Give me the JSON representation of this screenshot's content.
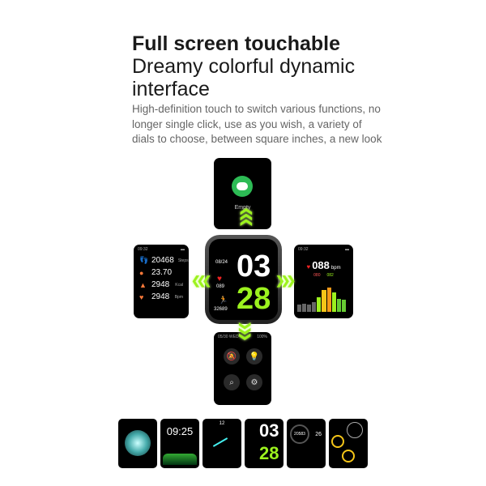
{
  "heading": {
    "title": "Full screen touchable",
    "subtitle": "Dreamy colorful dynamic interface",
    "description": "High-definition touch to switch various functions, no longer single click, use as you wish, a variety of dials to choose, between square inches, a new look"
  },
  "accent": "#9cf21e",
  "top_screen": {
    "icon": "message-bubble-icon",
    "label": "Empty"
  },
  "left_screen": {
    "time": "09:32",
    "rows": [
      {
        "icon": "footprints-icon",
        "value": "20468",
        "unit": "Steps"
      },
      {
        "icon": "location-icon",
        "value": "23.70",
        "unit": ""
      },
      {
        "icon": "flame-icon",
        "value": "2948",
        "unit": "Kcal"
      },
      {
        "icon": "heart-icon",
        "value": "2948",
        "unit": "Bpm"
      }
    ]
  },
  "center_watch": {
    "date": "08/24",
    "heart": "089",
    "steps": "32689",
    "hour": "03",
    "minute": "28"
  },
  "right_screen": {
    "time": "09:32",
    "bpm": "088",
    "bpm_unit": "bpm",
    "min": "080",
    "max": "082"
  },
  "bottom_screen": {
    "status": "05/30 WED",
    "battery": "100%",
    "buttons": [
      "bell-off-icon",
      "bulb-icon",
      "search-icon",
      "gear-icon"
    ]
  },
  "thumbnails": [
    {
      "name": "flower-dial"
    },
    {
      "name": "digital-dial",
      "time": "09:25"
    },
    {
      "name": "analog-dial",
      "top": "12"
    },
    {
      "name": "big-digit-dial",
      "hour": "03",
      "minute": "28"
    },
    {
      "name": "steps-dial",
      "steps": "20583",
      "day": "26"
    },
    {
      "name": "circles-dial"
    }
  ]
}
